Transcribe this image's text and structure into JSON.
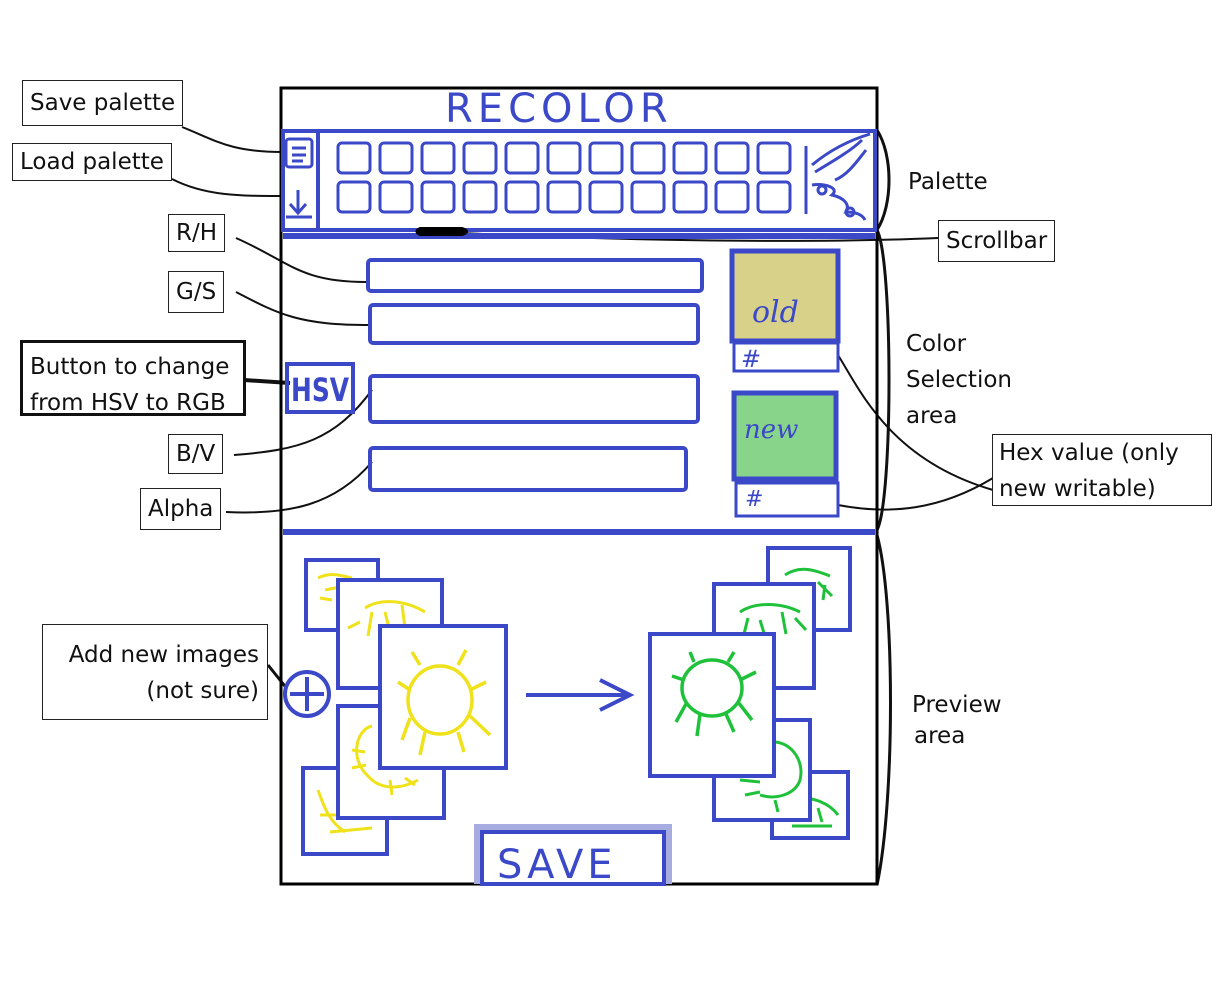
{
  "app": {
    "title": "RECOLOR",
    "hsv_button_label": "HSV",
    "old_swatch_label": "old",
    "new_swatch_label": "new",
    "hex_prefix": "#",
    "save_label": "SAVE"
  },
  "palette": {
    "rows": 2,
    "columns": 11
  },
  "annotations": {
    "save_palette": "Save palette",
    "load_palette": "Load palette",
    "r_h": "R/H",
    "g_s": "G/S",
    "hsv_toggle_line1": "Button to change",
    "hsv_toggle_line2": "from HSV to RGB",
    "b_v": "B/V",
    "alpha": "Alpha",
    "add_images_line1": "Add new images",
    "add_images_line2": "(not sure)",
    "palette": "Palette",
    "scrollbar": "Scrollbar",
    "color_selection_line1": "Color",
    "color_selection_line2": "Selection",
    "color_selection_line3": "area",
    "hex_value_line1": "Hex value (only",
    "hex_value_line2": "new writable)",
    "preview_line1": "Preview",
    "preview_line2": "area"
  },
  "colors": {
    "ink": "#3b48c8",
    "old_swatch": "#d8d18a",
    "new_swatch": "#88d48a",
    "before_art": "#f0e21a",
    "after_art": "#1fc13a",
    "save_shadow": "#a6abe0",
    "frame": "#000000"
  }
}
